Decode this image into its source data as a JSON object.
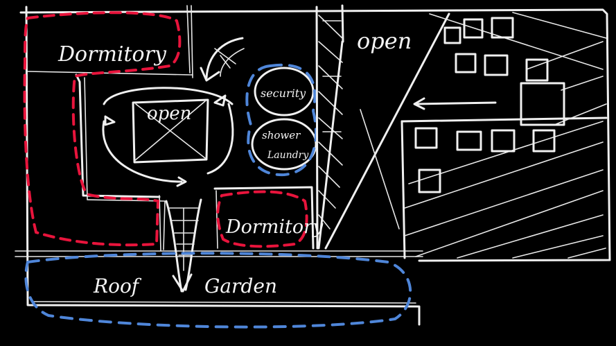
{
  "labels": {
    "dormitory_top": "Dormitory",
    "dormitory_bottom": "Dormitory",
    "open_center": "open",
    "open_right": "open",
    "security": "security",
    "shower": "shower",
    "laundry": "Laundry",
    "roof": "Roof",
    "garden": "Garden"
  },
  "colors": {
    "background": "#000000",
    "ink": "#f0f0f0",
    "dormitory_outline": "#e8143c",
    "service_outline": "#4f86d9"
  }
}
